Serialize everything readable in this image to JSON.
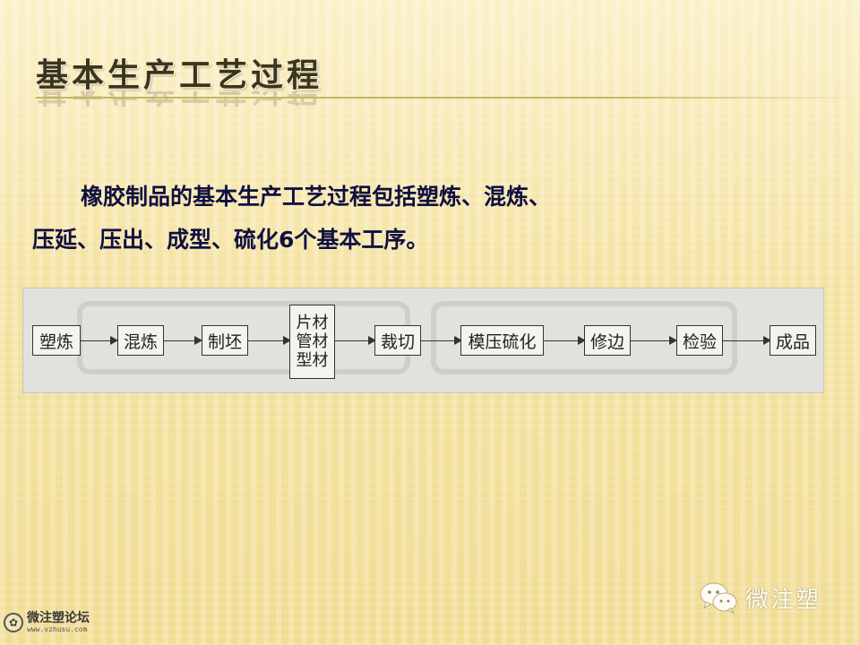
{
  "slide": {
    "title": "基本生产工艺过程",
    "body_line1": "橡胶制品的基本生产工艺过程包括塑炼、混炼、",
    "body_line2": "压延、压出、成型、硫化6个基本工序。"
  },
  "flow": {
    "step1": "塑炼",
    "step2": "混炼",
    "step3": "制坯",
    "step4_lines": [
      "片材",
      "管材",
      "型材"
    ],
    "step5": "裁切",
    "step6": "模压硫化",
    "step7": "修边",
    "step8": "检验",
    "step9": "成品"
  },
  "footer": {
    "forum_name": "微注塑论坛",
    "forum_url": "www.vzhusu.com",
    "wechat_name": "微注塑"
  },
  "colors": {
    "body_text": "#101040",
    "title_text": "#3a3520",
    "background": "#f6e7ad"
  }
}
